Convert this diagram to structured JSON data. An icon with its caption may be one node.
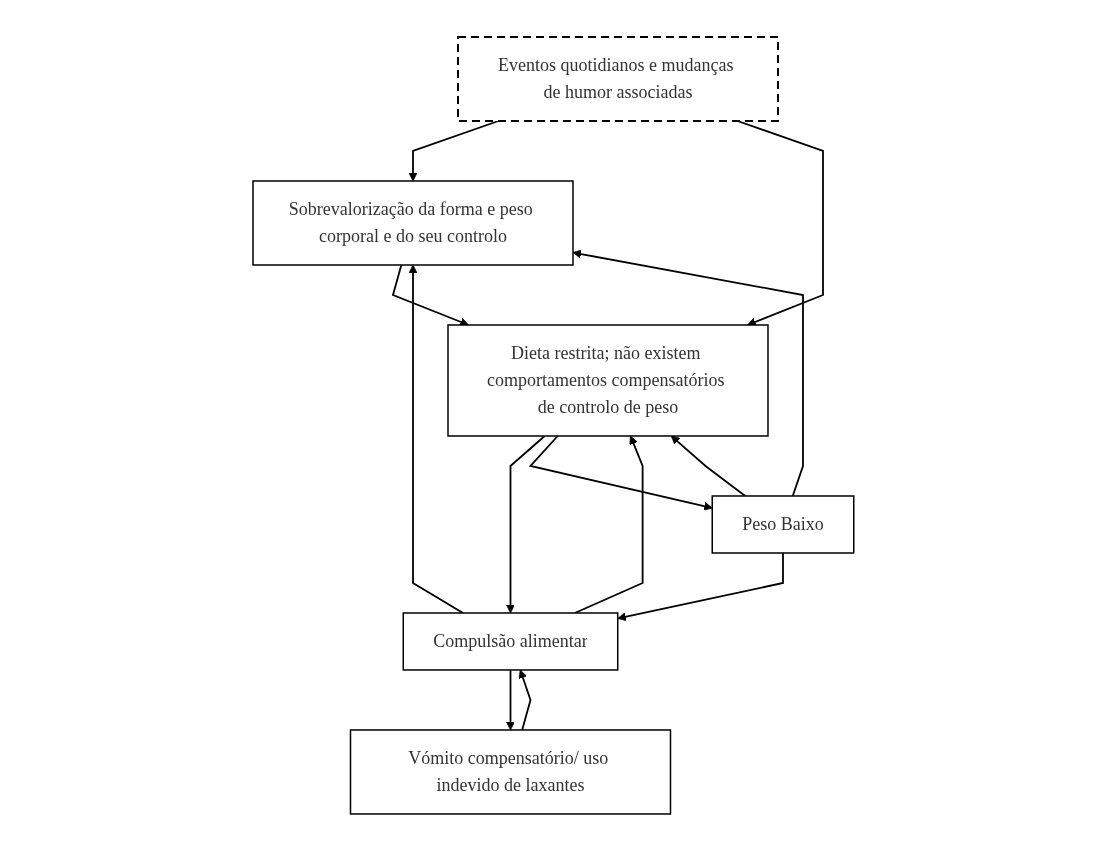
{
  "diagram": {
    "nodes": [
      {
        "text": [
          "Sobrevalorização da forma e peso corporal e do seu controlo"
        ]
      },
      {
        "text": [
          "Dieta restrita; não existem comportamentos compensatórios de controlo de peso"
        ]
      },
      {
        "text": [
          "Eventos quotidianos e mudanças de humor associadas"
        ]
      },
      {
        "text": [
          "Compulsão alimentar"
        ]
      },
      {
        "text": [
          "Peso Baixo"
        ]
      },
      {
        "text": [
          "Vómito compensatório/ uso indevido de laxantes"
        ]
      }
    ],
    "edges": [
      {
        "from": 0,
        "to": 1,
        "arrow": "to"
      },
      {
        "from": 4,
        "to": 0,
        "arrow": "to"
      },
      {
        "from": 4,
        "to": 1,
        "arrow": "to"
      },
      {
        "from": 1,
        "to": 3,
        "arrow": "to"
      },
      {
        "from": 1,
        "to": 4,
        "arrow": "to"
      },
      {
        "from": 4,
        "to": 3,
        "arrow": "to"
      },
      {
        "from": 2,
        "to": 0,
        "arrow": "to"
      },
      {
        "from": 2,
        "to": 1,
        "arrow": "to"
      },
      {
        "from": 3,
        "to": 0,
        "arrow": "to"
      },
      {
        "from": 3,
        "to": 1,
        "arrow": "to"
      },
      {
        "from": 3,
        "to": 5,
        "arrow": "to"
      },
      {
        "from": 5,
        "to": 3,
        "arrow": "to"
      }
    ]
  }
}
